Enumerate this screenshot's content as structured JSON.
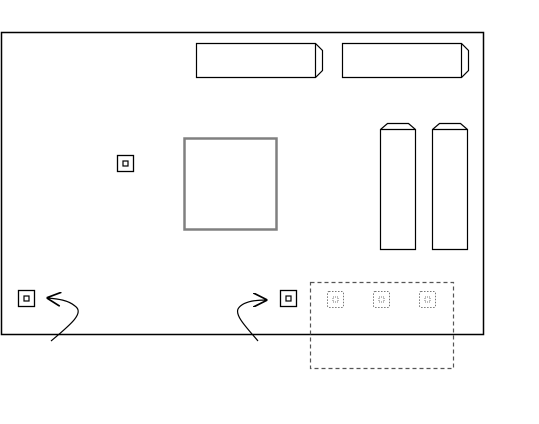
{
  "colors": {
    "background": "#ffffff",
    "board_outline": "#000000",
    "chip_outline": "#808080",
    "component_fill": "#ffffff",
    "dashed_outline": "#555555",
    "dotted_pad": "#777777"
  },
  "board": {
    "icon": "circuit-board-outline"
  },
  "components": {
    "horizontal_batteries": 2,
    "vertical_batteries": 2,
    "center_chip": 1,
    "solid_pads": 3,
    "dotted_pads": 3,
    "curved_arrows": 2
  },
  "dashed_region": {
    "style": "dashed"
  }
}
